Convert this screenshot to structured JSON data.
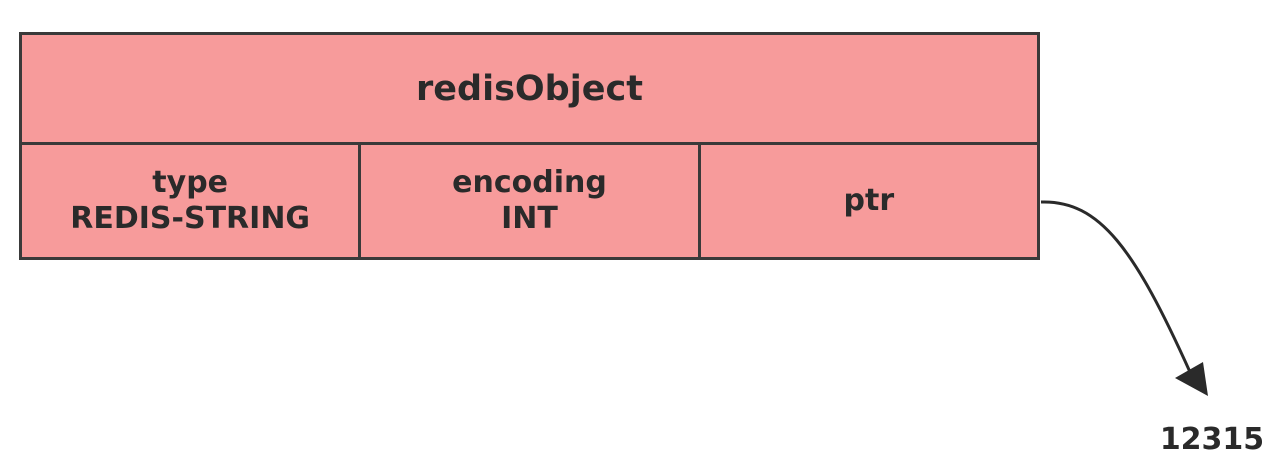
{
  "object": {
    "title": "redisObject",
    "fields": [
      {
        "name": "type",
        "value": "REDIS-STRING"
      },
      {
        "name": "encoding",
        "value": "INT"
      },
      {
        "name": "ptr",
        "value": ""
      }
    ]
  },
  "pointer_target": {
    "value": "12315"
  },
  "colors": {
    "box_fill": "#f79b9b",
    "border": "#3a3a3a",
    "text": "#2a2a2a"
  }
}
